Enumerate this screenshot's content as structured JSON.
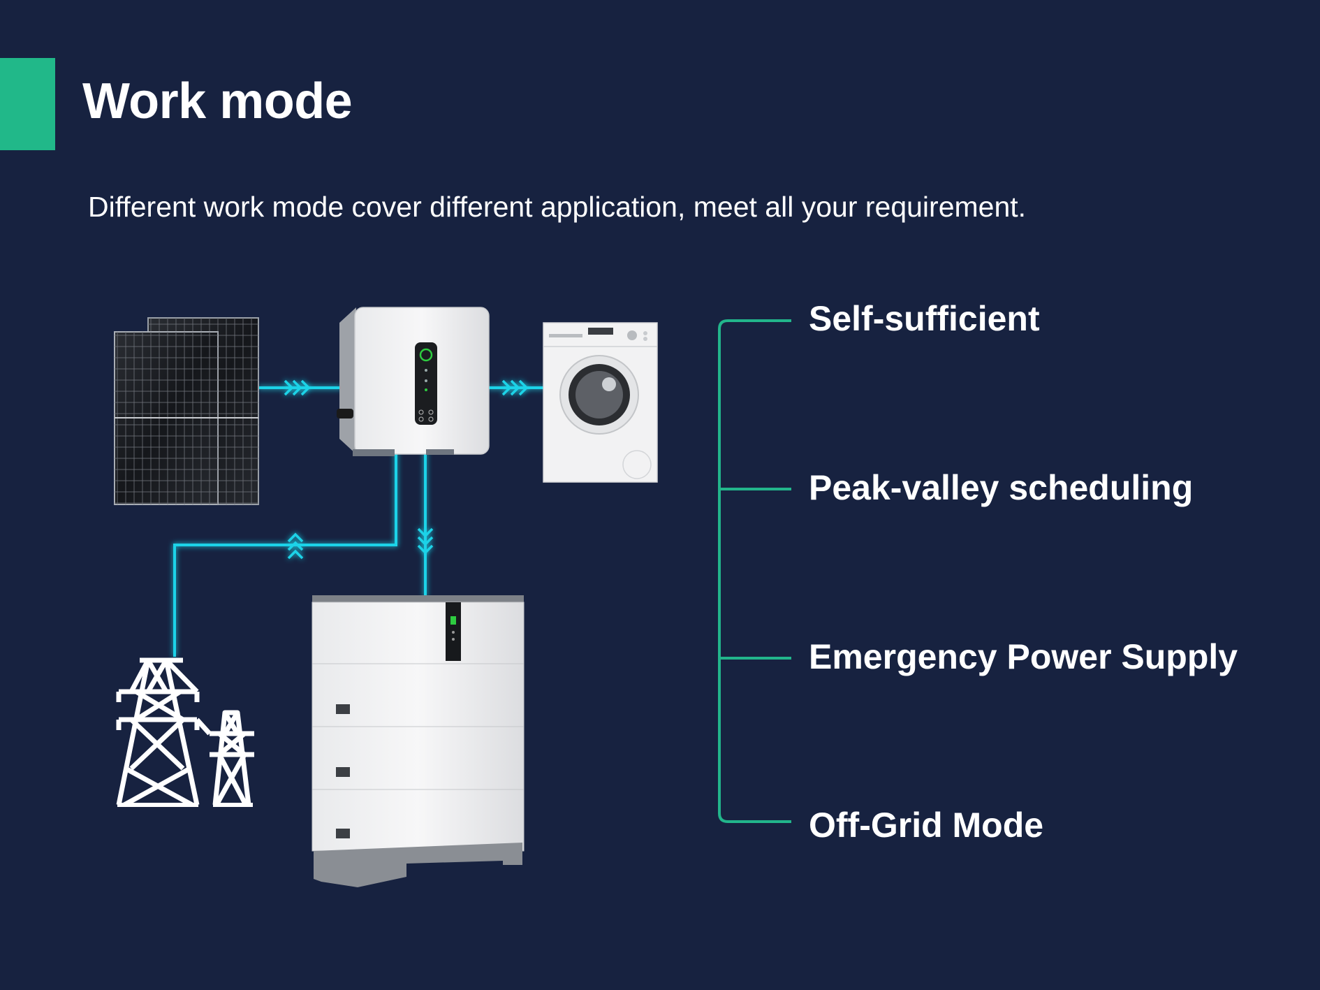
{
  "header": {
    "title": "Work mode",
    "subtitle": "Different work mode cover different application, meet all your requirement."
  },
  "modes": [
    {
      "label": "Self-sufficient"
    },
    {
      "label": "Peak-valley scheduling"
    },
    {
      "label": "Emergency Power Supply"
    },
    {
      "label": "Off-Grid Mode"
    }
  ],
  "diagram": {
    "nodes": [
      "solar-panels",
      "hybrid-inverter",
      "washing-machine",
      "battery-stack",
      "power-grid-towers"
    ],
    "flows": [
      {
        "from": "solar-panels",
        "to": "hybrid-inverter"
      },
      {
        "from": "hybrid-inverter",
        "to": "washing-machine"
      },
      {
        "from": "hybrid-inverter",
        "to": "battery-stack"
      },
      {
        "from": "power-grid-towers",
        "to": "hybrid-inverter"
      }
    ]
  },
  "colors": {
    "background": "#172240",
    "accent": "#21b889",
    "flow_line": "#1fd3e8",
    "bracket": "#22b58b",
    "text": "#ffffff"
  }
}
